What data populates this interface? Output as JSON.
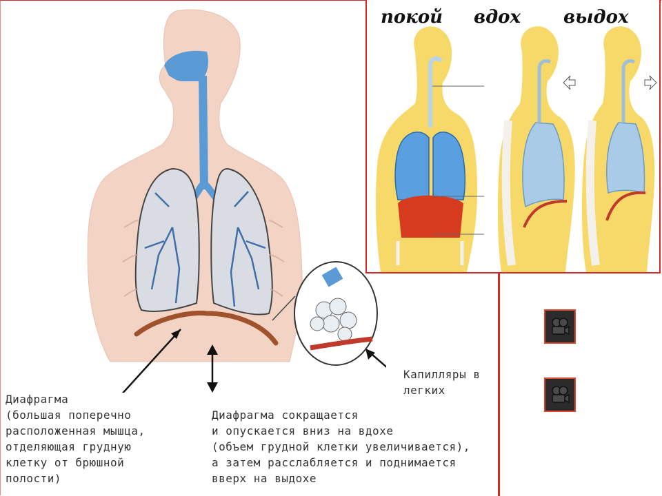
{
  "captions": {
    "diaphragm": "Диафрагма\n(большая поперечно\nрасположенная мышца,\nотделяющая грудную\nклетку от брюшной\nполости)",
    "contracts": "Диафрагма сокращается\nи опускается вниз на вдохе\n(объем грудной клетки увеличивается),\nа затем расслабляется и поднимается\nвверх на выдохе",
    "capillaries": "Капилляры в\nлегких"
  },
  "phases": {
    "rest": "покой",
    "inhale": "вдох",
    "exhale": "выдох"
  },
  "media_buttons": [
    {
      "icon": "film-camera-icon"
    },
    {
      "icon": "film-camera-icon"
    }
  ],
  "colors": {
    "frame": "#d42a2a",
    "skin": "#f3d3c3",
    "airway": "#5b9bd5",
    "diaphragm": "#a0522d",
    "body_yellow": "#f7d96a",
    "lung_blue": "#a9cbe8",
    "diaphragm_red": "#d63a1f"
  }
}
